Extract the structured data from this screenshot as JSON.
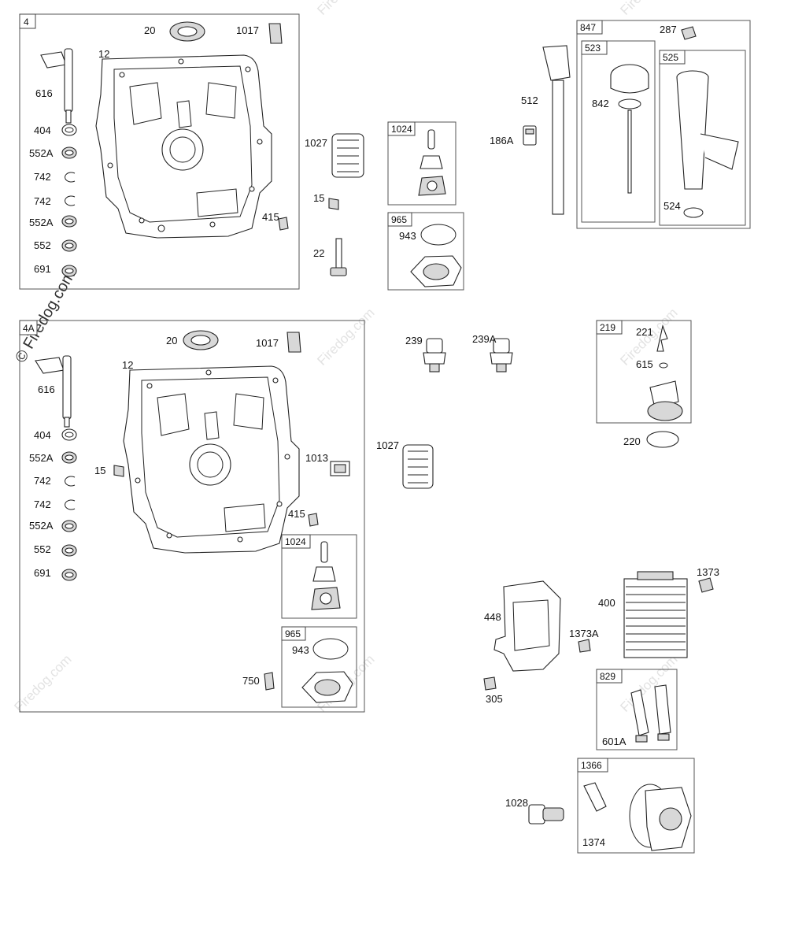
{
  "watermark": {
    "text": "Firedog.com",
    "side_text": "© Firedog.com"
  },
  "panels": [
    {
      "tag": "4"
    },
    {
      "tag": "4A"
    },
    {
      "tag": "1024"
    },
    {
      "tag": "965"
    },
    {
      "tag": "847"
    },
    {
      "tag": "523"
    },
    {
      "tag": "525"
    },
    {
      "tag": "219"
    },
    {
      "tag": "1024"
    },
    {
      "tag": "965"
    },
    {
      "tag": "829"
    },
    {
      "tag": "1366"
    }
  ],
  "labels": {
    "p4_20": "20",
    "p4_1017": "1017",
    "p4_12": "12",
    "p4_616": "616",
    "p4_404": "404",
    "p4_552A_1": "552A",
    "p4_742_1": "742",
    "p4_742_2": "742",
    "p4_552A_2": "552A",
    "p4_552": "552",
    "p4_691": "691",
    "p4_1027": "1027",
    "p4_15": "15",
    "p4_415": "415",
    "p4_22": "22",
    "p965a_943": "943",
    "p847_512": "512",
    "p847_186A": "186A",
    "p847_287": "287",
    "p847_842": "842",
    "p847_524": "524",
    "mid_239": "239",
    "mid_239A": "239A",
    "mid_1027": "1027",
    "p219_221": "221",
    "p219_615": "615",
    "p219_220": "220",
    "p4a_20": "20",
    "p4a_1017": "1017",
    "p4a_12": "12",
    "p4a_616": "616",
    "p4a_404": "404",
    "p4a_552A_1": "552A",
    "p4a_15": "15",
    "p4a_742_1": "742",
    "p4a_742_2": "742",
    "p4a_552A_2": "552A",
    "p4a_552": "552",
    "p4a_691": "691",
    "p4a_1013": "1013",
    "p4a_415": "415",
    "p965b_943": "943",
    "p4a_750": "750",
    "oc_1373": "1373",
    "oc_400": "400",
    "oc_448": "448",
    "oc_1373A": "1373A",
    "oc_305": "305",
    "oc_601A": "601A",
    "oc_1028": "1028",
    "oc_1374": "1374"
  }
}
